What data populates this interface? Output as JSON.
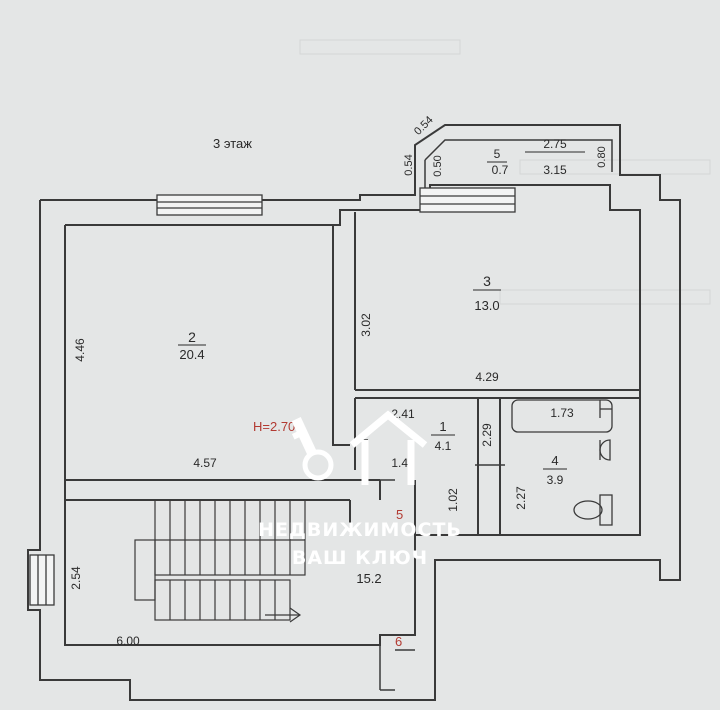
{
  "floor_label": "3 этаж",
  "height_label": "Н=2.70",
  "rooms": [
    {
      "number": "1",
      "area": "4.1"
    },
    {
      "number": "2",
      "area": "20.4"
    },
    {
      "number": "3",
      "area": "13.0"
    },
    {
      "number": "4",
      "area": "3.9"
    },
    {
      "number": "5",
      "area": "0.7"
    },
    {
      "number": "",
      "area": "15.2"
    }
  ],
  "dimensions": {
    "d_4_46": "4.46",
    "d_4_57": "4.57",
    "d_3_02": "3.02",
    "d_4_29": "4.29",
    "d_2_41": "2.41",
    "d_2_29": "2.29",
    "d_1_73": "1.73",
    "d_1_41": "1.41",
    "d_2_27": "2.27",
    "d_1_02": "1.02",
    "d_2_54": "2.54",
    "d_6_00": "6.00",
    "d_0_54a": "0.54",
    "d_0_54b": "0.54",
    "d_0_50": "0.50",
    "d_2_75": "2.75",
    "d_3_15": "3.15",
    "d_0_80": "0.80"
  },
  "markers": {
    "m5": "5",
    "m6": "6"
  },
  "watermark": {
    "line1": "НЕДВИЖИМОСТЬ",
    "line2": "ВАШ КЛЮЧ"
  },
  "colors": {
    "background": "#e4e6e6",
    "wall": "#3a3a3a",
    "marker_red": "#b23a32",
    "watermark": "#ffffff"
  }
}
